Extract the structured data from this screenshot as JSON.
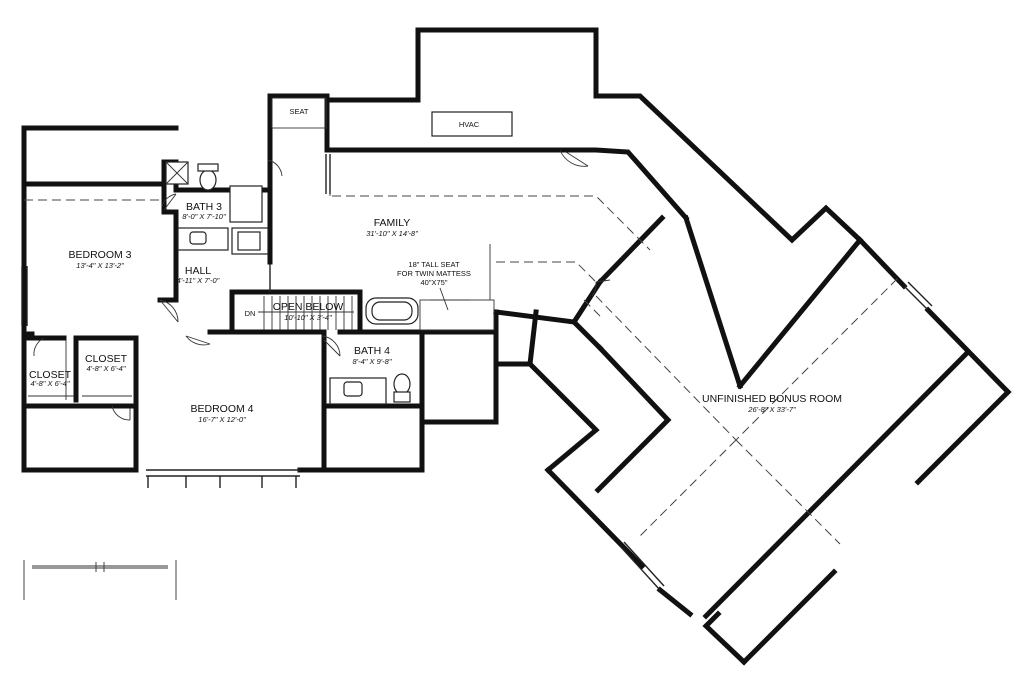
{
  "rooms": {
    "family": {
      "name": "FAMILY",
      "dims": "31'-10\" X 14'-8\""
    },
    "bedroom3": {
      "name": "BEDROOM 3",
      "dims": "13'-4\" X 13'-2\""
    },
    "bath3": {
      "name": "BATH 3",
      "dims": "8'-0\" X 7'-10\""
    },
    "hall": {
      "name": "HALL",
      "dims": "4'-11\" X 7'-0\""
    },
    "open_below": {
      "name": "OPEN BELOW",
      "dims": "10'-10\" X 3'-4\""
    },
    "bath4": {
      "name": "BATH 4",
      "dims": "8'-4\" X 9'-8\""
    },
    "closet_left": {
      "name": "CLOSET",
      "dims": "4'-8\" X 6'-4\""
    },
    "closet_right": {
      "name": "CLOSET",
      "dims": "4'-8\" X 6'-4\""
    },
    "bedroom4": {
      "name": "BEDROOM 4",
      "dims": "16'-7\" X 12'-0\""
    },
    "bonus": {
      "name": "UNFINISHED BONUS ROOM",
      "dims": "26'-8\" X 33'-7\""
    }
  },
  "labels": {
    "seat": "SEAT",
    "hvac": "HVAC",
    "dn": "DN",
    "tall_seat_line1": "18\" TALL SEAT",
    "tall_seat_line2": "FOR TWIN MATTESS",
    "tall_seat_line3": "40\"X75\""
  },
  "colors": {
    "wall": "#111111",
    "background": "#ffffff"
  }
}
